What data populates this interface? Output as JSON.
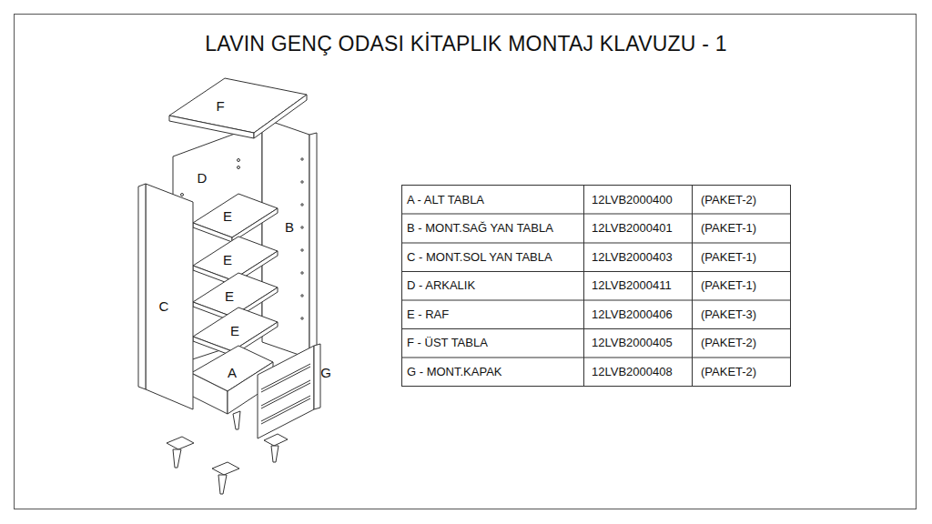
{
  "diagram": {
    "title": "LAVIN GENÇ ODASI KİTAPLIK MONTAJ KLAVUZU - 1",
    "labels": [
      "F",
      "D",
      "E",
      "B",
      "E",
      "C",
      "E",
      "E",
      "A",
      "G",
      "A - ALT TABLA",
      "12LVB2000400",
      "(PAKET-2)",
      "B - MONT.SAĞ YAN TABLA",
      "12LVB2000401",
      "(PAKET-1)",
      "C - MONT.SOL YAN TABLA",
      "12LVB2000403",
      "(PAKET-1)",
      "D - ARKALIK",
      "12LVB2000411",
      "(PAKET-1)",
      "E - RAF",
      "12LVB2000406",
      "(PAKET-3)",
      "F - ÜST TABLA",
      "12LVB2000405",
      "(PAKET-2)",
      "G - MONT.KAPAK",
      "12LVB2000408",
      "(PAKET-2)"
    ]
  }
}
